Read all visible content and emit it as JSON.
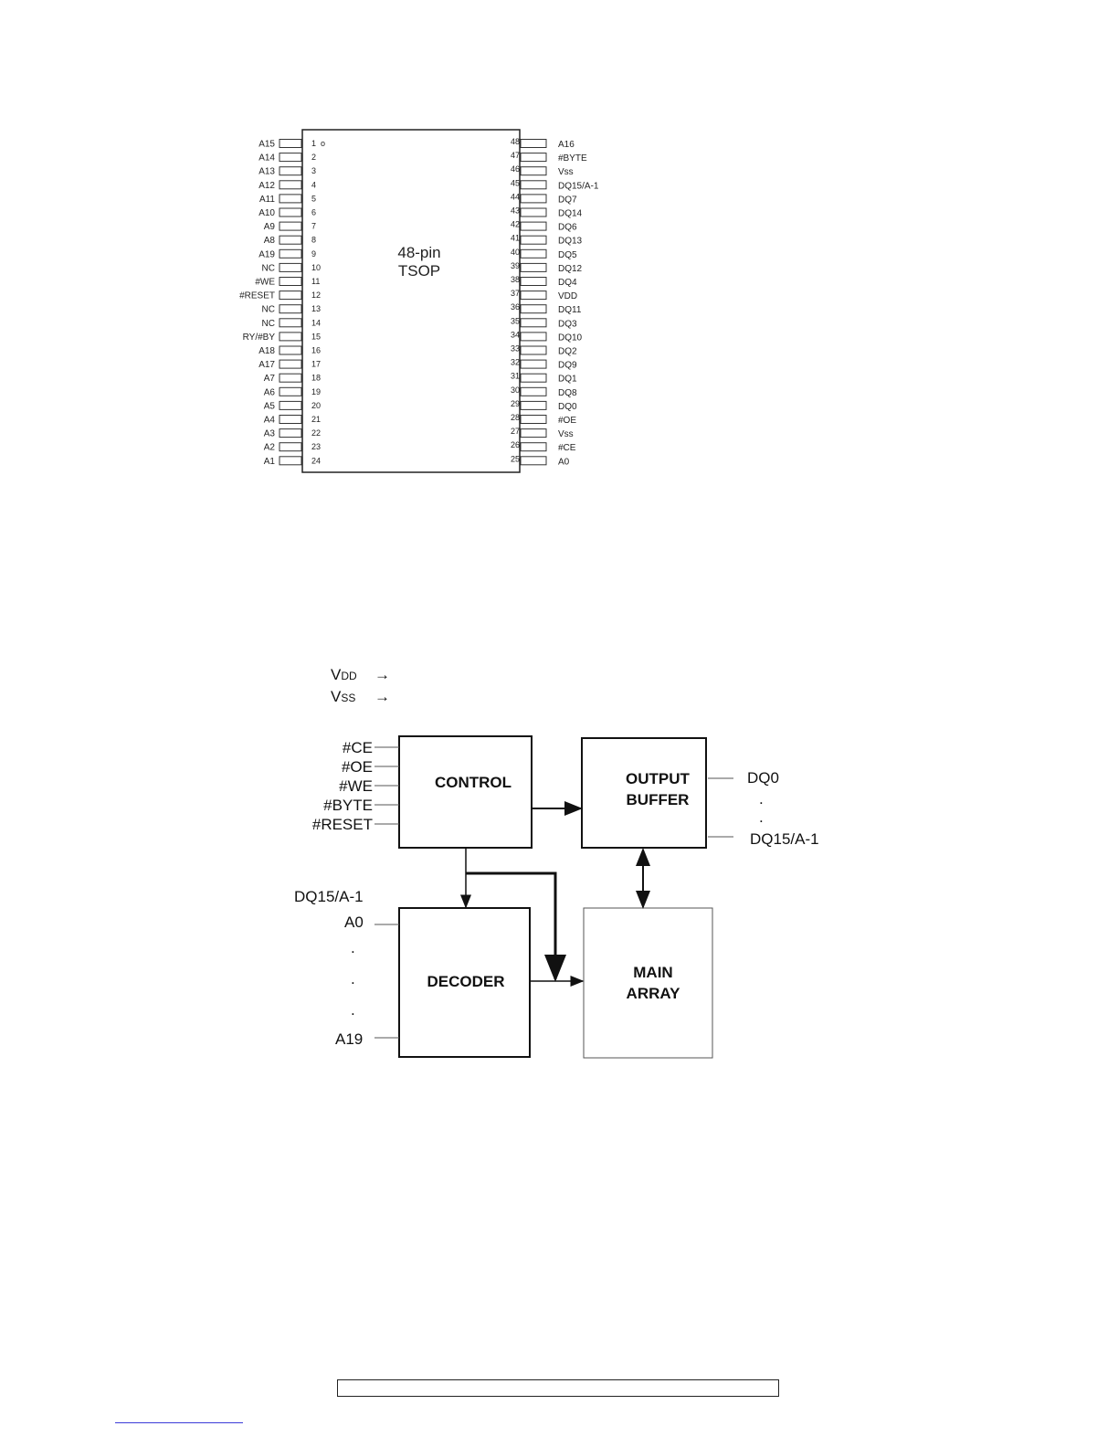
{
  "package": {
    "title_line1": "48-pin",
    "title_line2": "TSOP",
    "pin1_marker": "o",
    "left_pins": [
      {
        "num": "1",
        "name": "A15"
      },
      {
        "num": "2",
        "name": "A14"
      },
      {
        "num": "3",
        "name": "A13"
      },
      {
        "num": "4",
        "name": "A12"
      },
      {
        "num": "5",
        "name": "A11"
      },
      {
        "num": "6",
        "name": "A10"
      },
      {
        "num": "7",
        "name": "A9"
      },
      {
        "num": "8",
        "name": "A8"
      },
      {
        "num": "9",
        "name": "A19"
      },
      {
        "num": "10",
        "name": "NC"
      },
      {
        "num": "11",
        "name": "#WE"
      },
      {
        "num": "12",
        "name": "#RESET"
      },
      {
        "num": "13",
        "name": "NC"
      },
      {
        "num": "14",
        "name": "NC"
      },
      {
        "num": "15",
        "name": "RY/#BY"
      },
      {
        "num": "16",
        "name": "A18"
      },
      {
        "num": "17",
        "name": "A17"
      },
      {
        "num": "18",
        "name": "A7"
      },
      {
        "num": "19",
        "name": "A6"
      },
      {
        "num": "20",
        "name": "A5"
      },
      {
        "num": "21",
        "name": "A4"
      },
      {
        "num": "22",
        "name": "A3"
      },
      {
        "num": "23",
        "name": "A2"
      },
      {
        "num": "24",
        "name": "A1"
      }
    ],
    "right_pins": [
      {
        "num": "48",
        "name": "A16"
      },
      {
        "num": "47",
        "name": "#BYTE"
      },
      {
        "num": "46",
        "name": "Vss"
      },
      {
        "num": "45",
        "name": "DQ15/A-1"
      },
      {
        "num": "44",
        "name": "DQ7"
      },
      {
        "num": "43",
        "name": "DQ14"
      },
      {
        "num": "42",
        "name": "DQ6"
      },
      {
        "num": "41",
        "name": "DQ13"
      },
      {
        "num": "40",
        "name": "DQ5"
      },
      {
        "num": "39",
        "name": "DQ12"
      },
      {
        "num": "38",
        "name": "DQ4"
      },
      {
        "num": "37",
        "name": "VDD"
      },
      {
        "num": "36",
        "name": "DQ11"
      },
      {
        "num": "35",
        "name": "DQ3"
      },
      {
        "num": "34",
        "name": "DQ10"
      },
      {
        "num": "33",
        "name": "DQ2"
      },
      {
        "num": "32",
        "name": "DQ9"
      },
      {
        "num": "31",
        "name": "DQ1"
      },
      {
        "num": "30",
        "name": "DQ8"
      },
      {
        "num": "29",
        "name": "DQ0"
      },
      {
        "num": "28",
        "name": "#OE"
      },
      {
        "num": "27",
        "name": "Vss"
      },
      {
        "num": "26",
        "name": "#CE"
      },
      {
        "num": "25",
        "name": "A0"
      }
    ]
  },
  "block_diagram": {
    "power": {
      "vdd": "V",
      "vdd_sub": "DD",
      "vss": "V",
      "vss_sub": "SS",
      "arrow": "→"
    },
    "control_inputs": [
      "#CE",
      "#OE",
      "#WE",
      "#BYTE",
      "#RESET"
    ],
    "address_inputs": {
      "top": "DQ15/A-1",
      "first": "A0",
      "dot": ".",
      "last": "A19"
    },
    "outputs": {
      "first": "DQ0",
      "dot": ".",
      "last": "DQ15/A-1"
    },
    "blocks": {
      "control": "CONTROL",
      "output_buffer_1": "OUTPUT",
      "output_buffer_2": "BUFFER",
      "decoder": "DECODER",
      "main_array_1": "MAIN",
      "main_array_2": "ARRAY"
    }
  }
}
